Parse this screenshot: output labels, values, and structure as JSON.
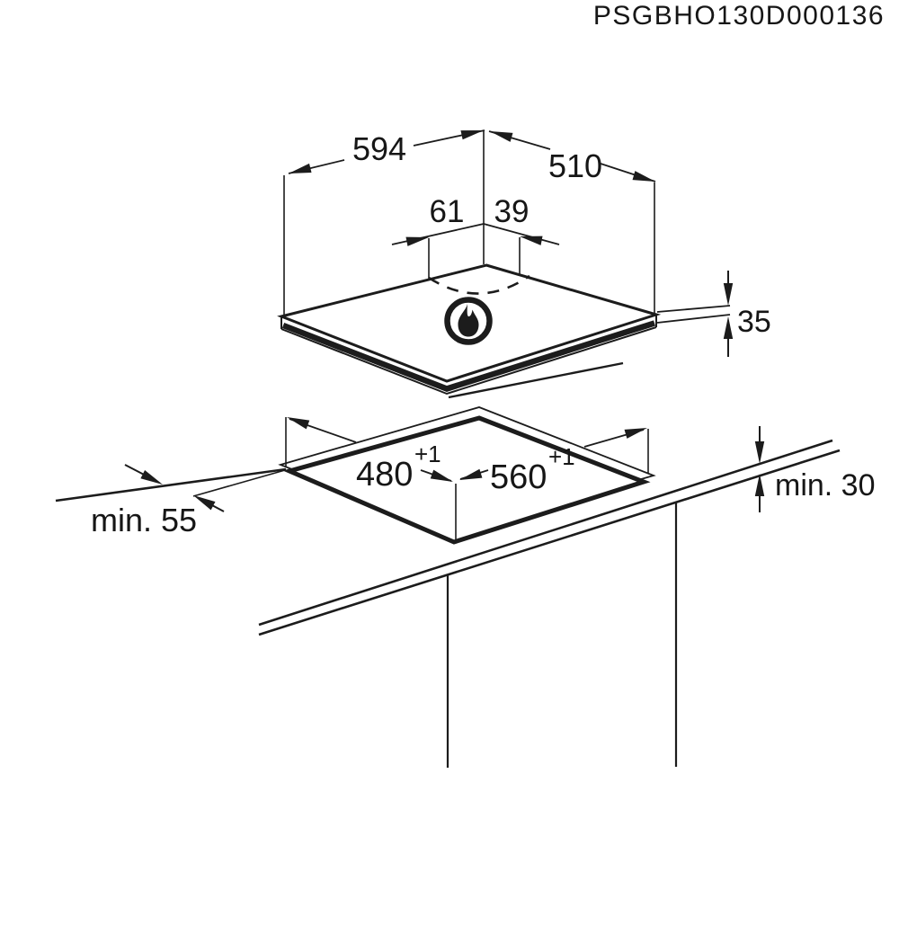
{
  "title": "PSGBHO130D000136",
  "diagram": {
    "hob": {
      "width": "594",
      "depth": "510",
      "gas_inlet_offset_left": "61",
      "gas_inlet_offset_right": "39",
      "height": "35"
    },
    "cutout": {
      "depth": "480",
      "depth_tolerance": "+1",
      "width": "560",
      "width_tolerance": "+1"
    },
    "clearances": {
      "min_front_distance": "min. 55",
      "min_worktop_thickness": "min. 30"
    },
    "icons": {
      "burner_flame": "gas-flame-icon"
    },
    "colors": {
      "line": "#1c1c1c",
      "background": "#ffffff"
    }
  }
}
